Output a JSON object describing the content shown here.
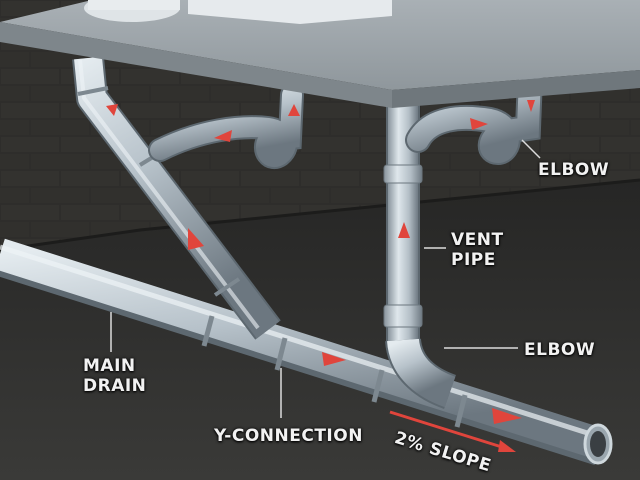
{
  "labels": {
    "elbow_top": "ELBOW",
    "vent_pipe": [
      "VENT",
      "PIPE"
    ],
    "elbow_bottom": "ELBOW",
    "main_drain": [
      "MAIN",
      "DRAIN"
    ],
    "y_connection": "Y-CONNECTION",
    "slope": "2% SLOPE"
  },
  "colors": {
    "pipe": "#b9c4cc",
    "flow_arrow": "#e0453c",
    "label_text": "#f2f2f2",
    "slab": "#9ea5ab",
    "ground": "#2c2c2b"
  }
}
